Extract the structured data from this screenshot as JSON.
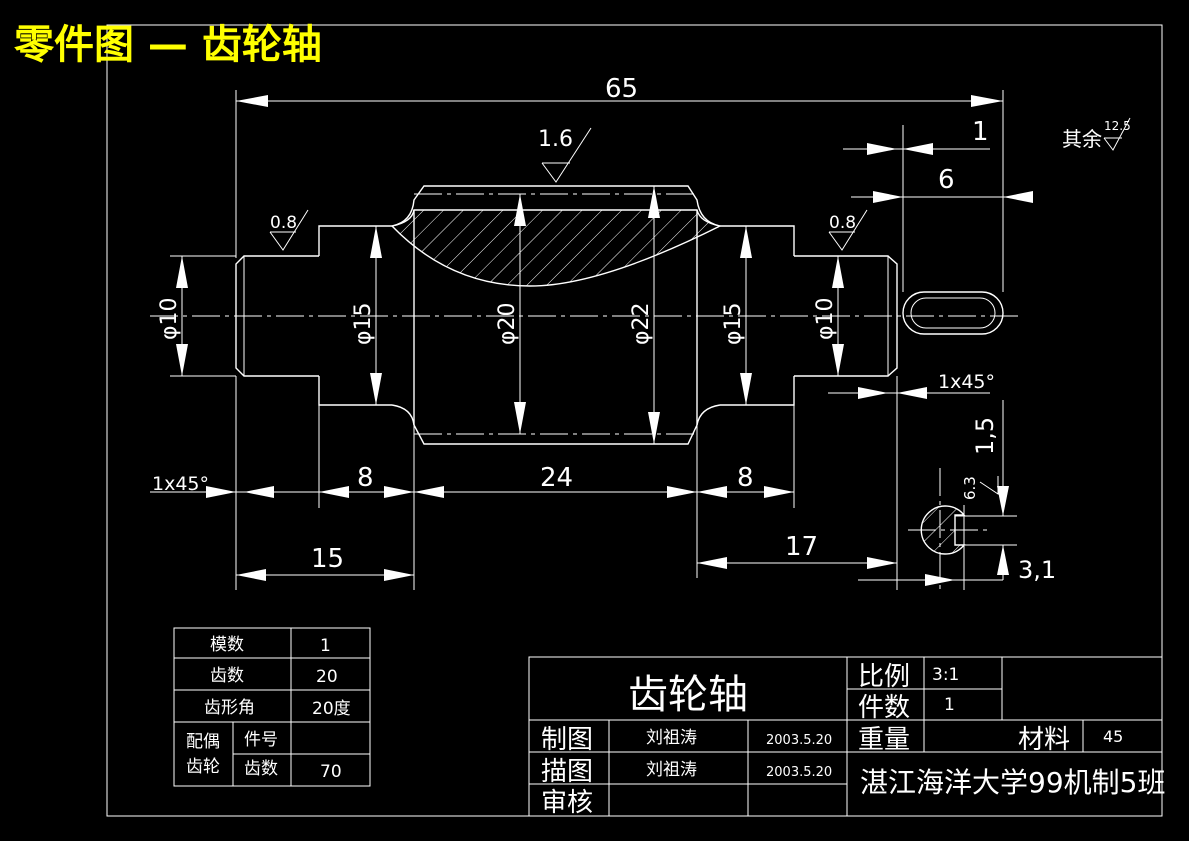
{
  "title": "零件图 — 齿轮轴",
  "colors": {
    "background": "#000000",
    "lines": "#ffffff",
    "title": "#ffff00"
  },
  "dimensions": {
    "overall_length": "65",
    "key_offset": "1",
    "key_length": "6",
    "dia_left_end": "φ10",
    "dia_left_journal": "φ15",
    "dia_root": "φ20",
    "dia_tip": "φ22",
    "dia_right_journal": "φ15",
    "dia_right_end": "φ10",
    "len_left_journal": "8",
    "len_gear": "24",
    "len_right_journal": "8",
    "len_left_to_gear": "15",
    "len_right_section": "17",
    "chamfer_left": "1x45°",
    "chamfer_right": "1x45°",
    "key_depth": "1,5",
    "key_width": "3,1"
  },
  "roughness": {
    "gear": "1.6",
    "left": "0.8",
    "right": "0.8",
    "keyway": "6.3",
    "other_label": "其余",
    "other_value": "12.5"
  },
  "gear_table": {
    "rows": [
      {
        "label": "模数",
        "value": "1"
      },
      {
        "label": "齿数",
        "value": "20"
      },
      {
        "label": "齿形角",
        "value": "20度"
      }
    ],
    "mating_label_1": "配偶",
    "mating_label_2": "齿轮",
    "part_no_label": "件号",
    "part_no_value": "",
    "teeth_label": "齿数",
    "teeth_value": "70"
  },
  "title_block": {
    "part_name": "齿轮轴",
    "scale_label": "比例",
    "scale_value": "3:1",
    "qty_label": "件数",
    "qty_value": "1",
    "weight_label": "重量",
    "material_label": "材料",
    "material_value": "45",
    "drawn_label": "制图",
    "drawn_name": "刘祖涛",
    "drawn_date": "2003.5.20",
    "traced_label": "描图",
    "traced_name": "刘祖涛",
    "traced_date": "2003.5.20",
    "checked_label": "审核",
    "school": "湛江海洋大学99机制5班"
  }
}
